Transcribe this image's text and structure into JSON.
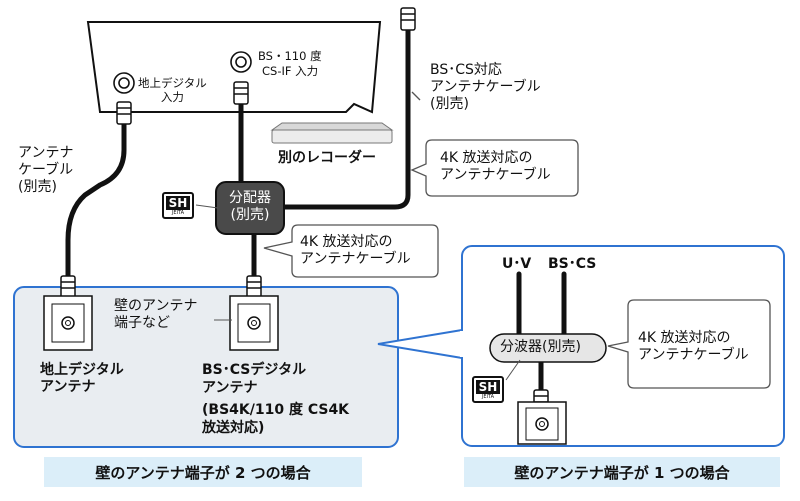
{
  "tv": {
    "terrestrial_input": "地上デジタル\n入力",
    "bs_input_line1": "BS・110 度",
    "bs_input_line2": "CS-IF 入力"
  },
  "recorder": {
    "label": "別のレコーダー"
  },
  "cables": {
    "antenna_cable": "アンテナ\nケーブル\n(別売)",
    "bscs_cable": "BS･CS対応\nアンテナケーブル\n(別売)",
    "bubble_4k_a": "4K 放送対応の\nアンテナケーブル",
    "bubble_4k_b": "4K 放送対応の\nアンテナケーブル",
    "bubble_4k_c": "4K 放送対応の\nアンテナケーブル"
  },
  "splitter": {
    "label": "分配器\n(別売)"
  },
  "diplexer": {
    "label": "分波器(別売)"
  },
  "sh_logo": {
    "mark": "SH",
    "sub": "JEITA"
  },
  "wall": {
    "terminal_note": "壁のアンテナ\n端子など",
    "terrestrial_antenna": "地上デジタル\nアンテナ",
    "bscs_antenna_line1": "BS･CSデジタル",
    "bscs_antenna_line2": "アンテナ",
    "bscs_antenna_line3": "(BS4K/110 度 CS4K",
    "bscs_antenna_line4": "放送対応)"
  },
  "single_case": {
    "uv_label": "U･V",
    "bscs_label": "BS･CS"
  },
  "captions": {
    "two_terminals": "壁のアンテナ端子が 2 つの場合",
    "one_terminal": "壁のアンテナ端子が 1 つの場合"
  },
  "colors": {
    "panel_fill": "#e9edf1",
    "panel_border": "#2f73d1",
    "caption_fill": "#dbeef9",
    "cable": "#111111"
  }
}
